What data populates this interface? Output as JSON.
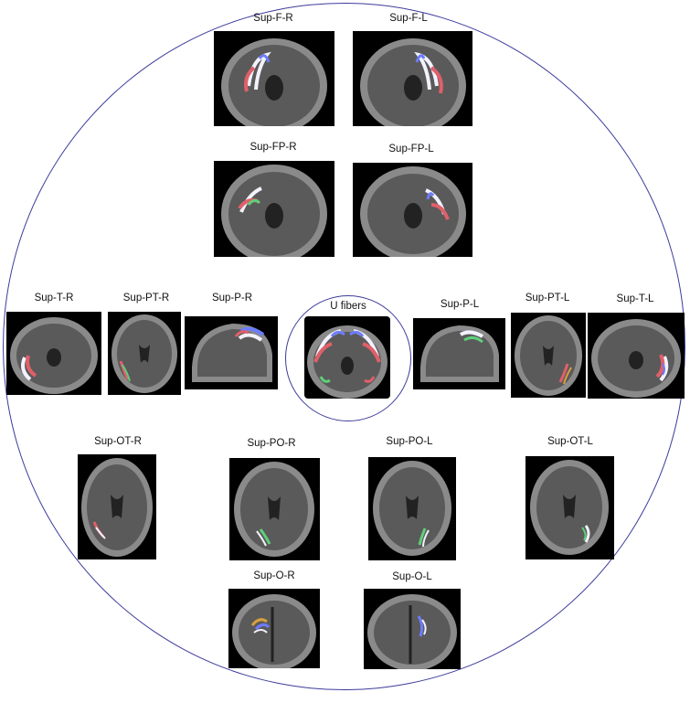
{
  "panels": [
    {
      "id": "sup-f-r",
      "label": "Sup-F-R"
    },
    {
      "id": "sup-f-l",
      "label": "Sup-F-L"
    },
    {
      "id": "sup-fp-r",
      "label": "Sup-FP-R"
    },
    {
      "id": "sup-fp-l",
      "label": "Sup-FP-L"
    },
    {
      "id": "sup-t-r",
      "label": "Sup-T-R"
    },
    {
      "id": "sup-pt-r",
      "label": "Sup-PT-R"
    },
    {
      "id": "sup-p-r",
      "label": "Sup-P-R"
    },
    {
      "id": "u-fibers",
      "label": "U fibers"
    },
    {
      "id": "sup-p-l",
      "label": "Sup-P-L"
    },
    {
      "id": "sup-pt-l",
      "label": "Sup-PT-L"
    },
    {
      "id": "sup-t-l",
      "label": "Sup-T-L"
    },
    {
      "id": "sup-ot-r",
      "label": "Sup-OT-R"
    },
    {
      "id": "sup-po-r",
      "label": "Sup-PO-R"
    },
    {
      "id": "sup-po-l",
      "label": "Sup-PO-L"
    },
    {
      "id": "sup-ot-l",
      "label": "Sup-OT-L"
    },
    {
      "id": "sup-o-r",
      "label": "Sup-O-R"
    },
    {
      "id": "sup-o-l",
      "label": "Sup-O-L"
    }
  ],
  "colors": {
    "circle_stroke": "#3c3c9c",
    "scan_background": "#000000",
    "tract_red": "#e0606a",
    "tract_white": "#f2f2ff",
    "tract_blue": "#6c7cff",
    "tract_green": "#5fcf7a"
  }
}
